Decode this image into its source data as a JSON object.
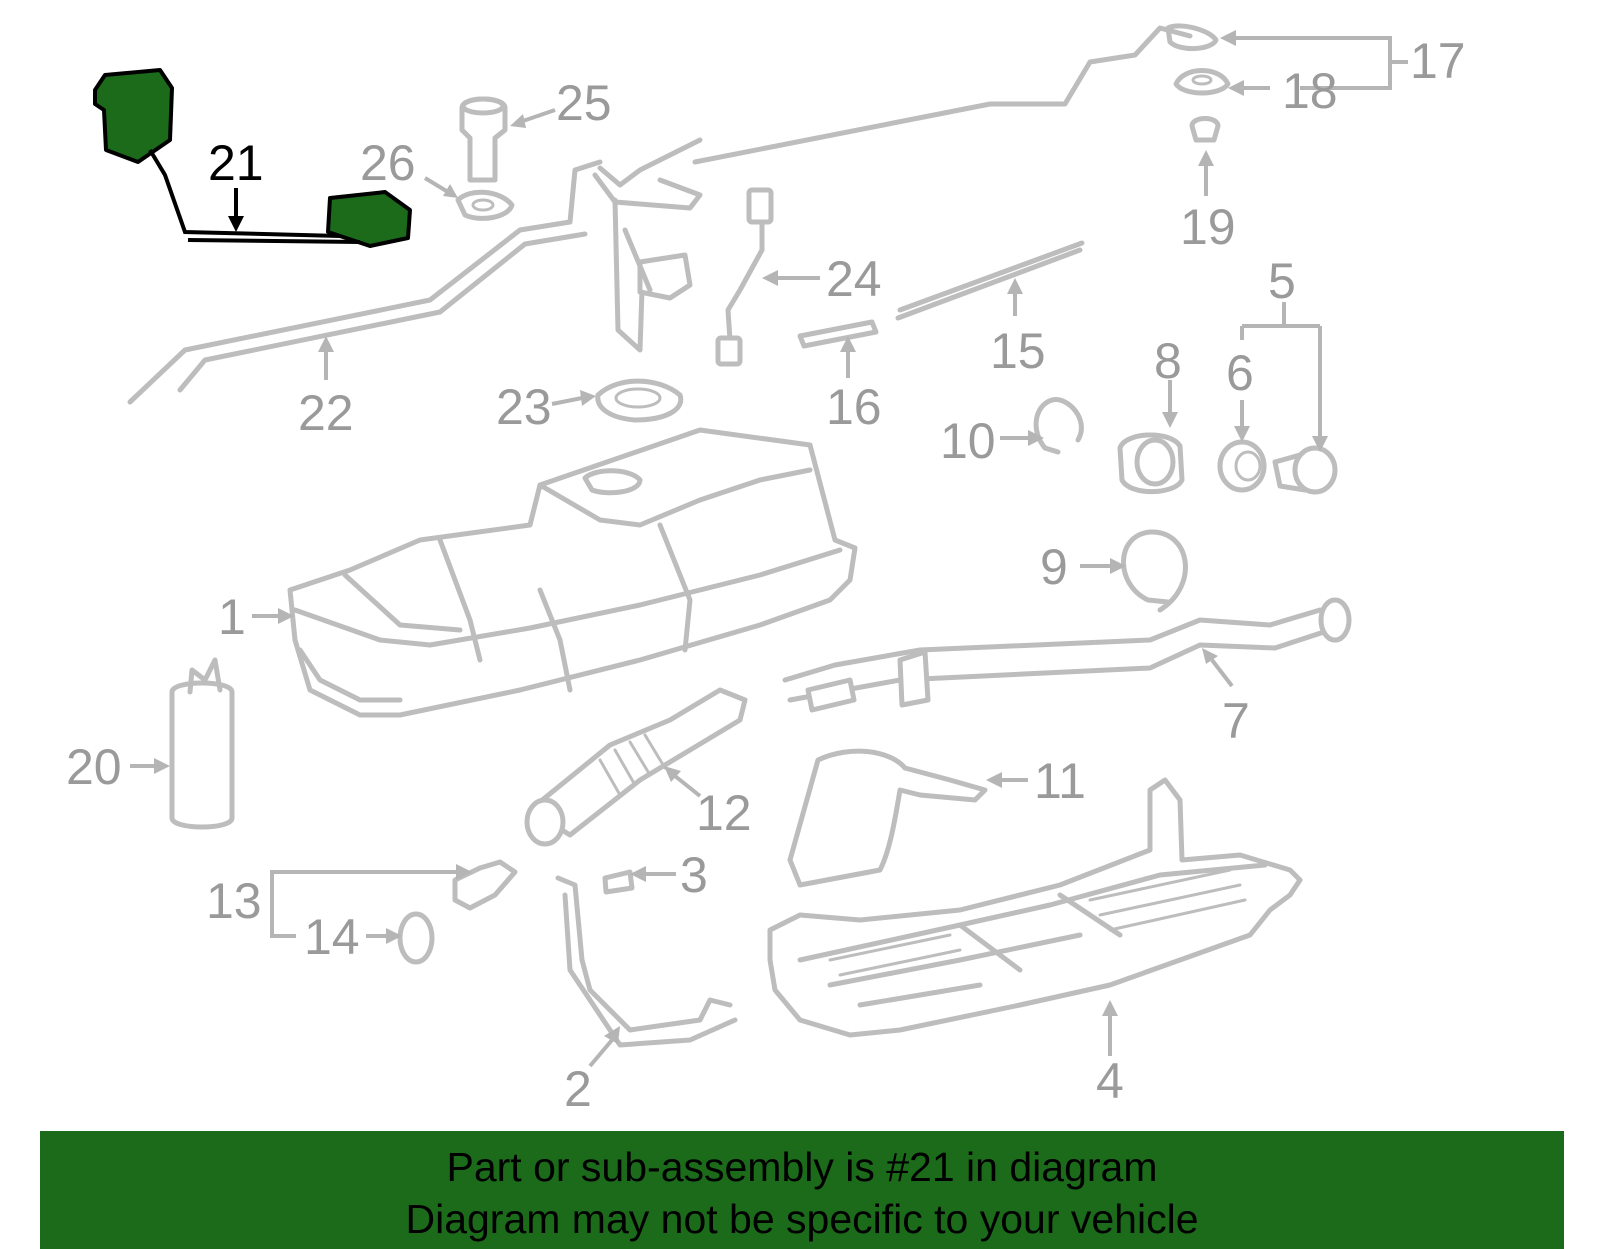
{
  "diagram": {
    "highlighted_part": "21",
    "callouts": {
      "c1": "1",
      "c2": "2",
      "c3": "3",
      "c4": "4",
      "c5": "5",
      "c6": "6",
      "c7": "7",
      "c8": "8",
      "c9": "9",
      "c10": "10",
      "c11": "11",
      "c12": "12",
      "c13": "13",
      "c14": "14",
      "c15": "15",
      "c16": "16",
      "c17": "17",
      "c18": "18",
      "c19": "19",
      "c20": "20",
      "c21": "21",
      "c22": "22",
      "c23": "23",
      "c24": "24",
      "c25": "25",
      "c26": "26"
    },
    "colors": {
      "highlight": "#1b6b1b",
      "line_art": "#bdbdbd",
      "callout_text": "#9a9a9a"
    }
  },
  "banner": {
    "line1": "Part or sub-assembly is #21 in diagram",
    "line2": "Diagram may not be specific to your vehicle"
  }
}
